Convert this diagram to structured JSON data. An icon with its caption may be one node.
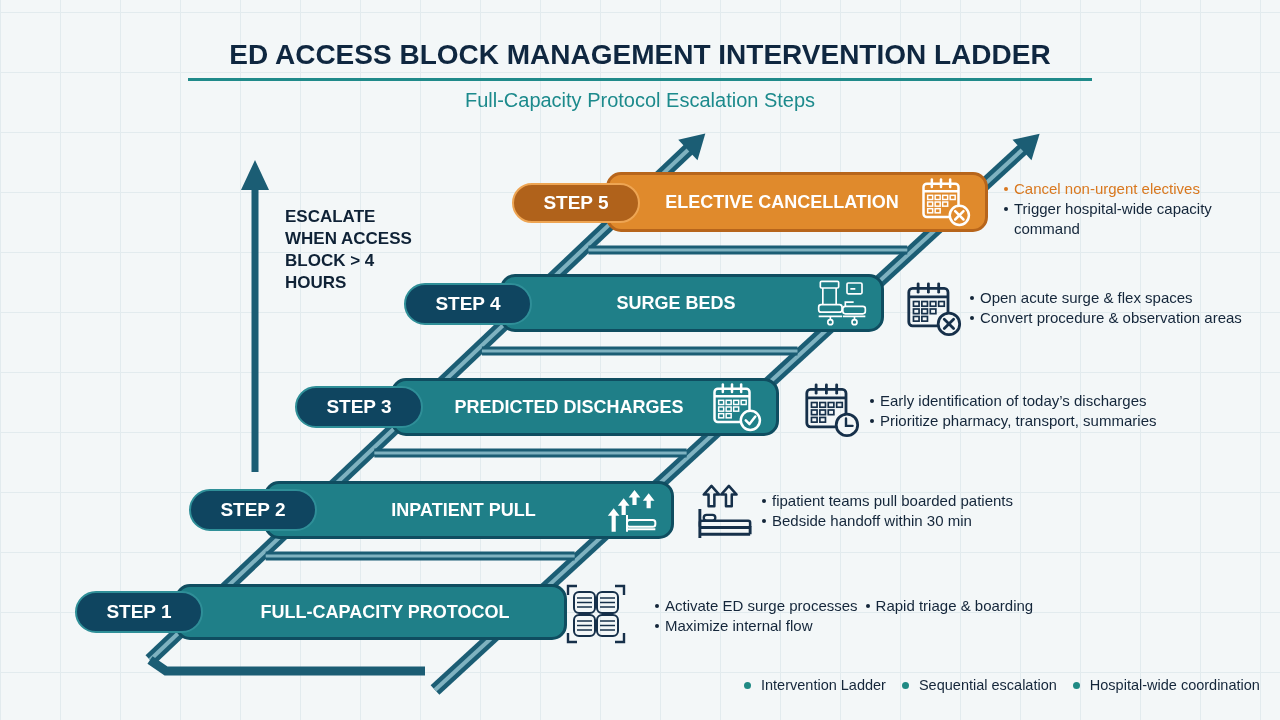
{
  "diagram": {
    "title": "ED ACCESS BLOCK MANAGEMENT INTERVENTION LADDER",
    "nodes": [
      {
        "text": [
          "STEP 1"
        ]
      },
      {
        "text": [
          "FULL-CAPACITY PROTOCOL"
        ],
        "beside": [
          "Activate ED surge processes",
          "Rapid triage & boarding",
          "Maximize internal flow"
        ]
      },
      {
        "text": [
          "STEP 2"
        ]
      },
      {
        "text": [
          "INPATIENT PULL"
        ],
        "beside": [
          "fipatient teams pull boarded patients",
          "Bedside handoff within 30 min"
        ]
      },
      {
        "text": [
          "STEP 3"
        ]
      },
      {
        "text": [
          "PREDICTED DISCHARGES"
        ],
        "beside": [
          "Early identification of today’s discharges",
          "Prioritize pharmacy, transport, summaries"
        ]
      },
      {
        "text": [
          "STEP 4"
        ]
      },
      {
        "text": [
          "SURGE BEDS"
        ],
        "beside": [
          "Open acute surge & flex spaces",
          "Convert procedure & observation areas"
        ]
      },
      {
        "text": [
          "STEP 5"
        ]
      },
      {
        "text": [
          "ELECTIVE CANCELLATION"
        ],
        "beside": [
          "Cancel non-urgent electives",
          "Trigger hospital-wide capacity command"
        ]
      }
    ],
    "labels": [
      "Full-Capacity Protocol Escalation Steps",
      "ESCALATE WHEN ACCESS BLOCK > 4 HOURS"
    ],
    "legend": [
      {
        "text": "Intervention Ladder",
        "color": "#1f8a84"
      },
      {
        "text": "Sequential escalation",
        "color": "#1f8a84"
      },
      {
        "text": "Hospital-wide coordination",
        "color": "#1f8a84"
      }
    ]
  }
}
